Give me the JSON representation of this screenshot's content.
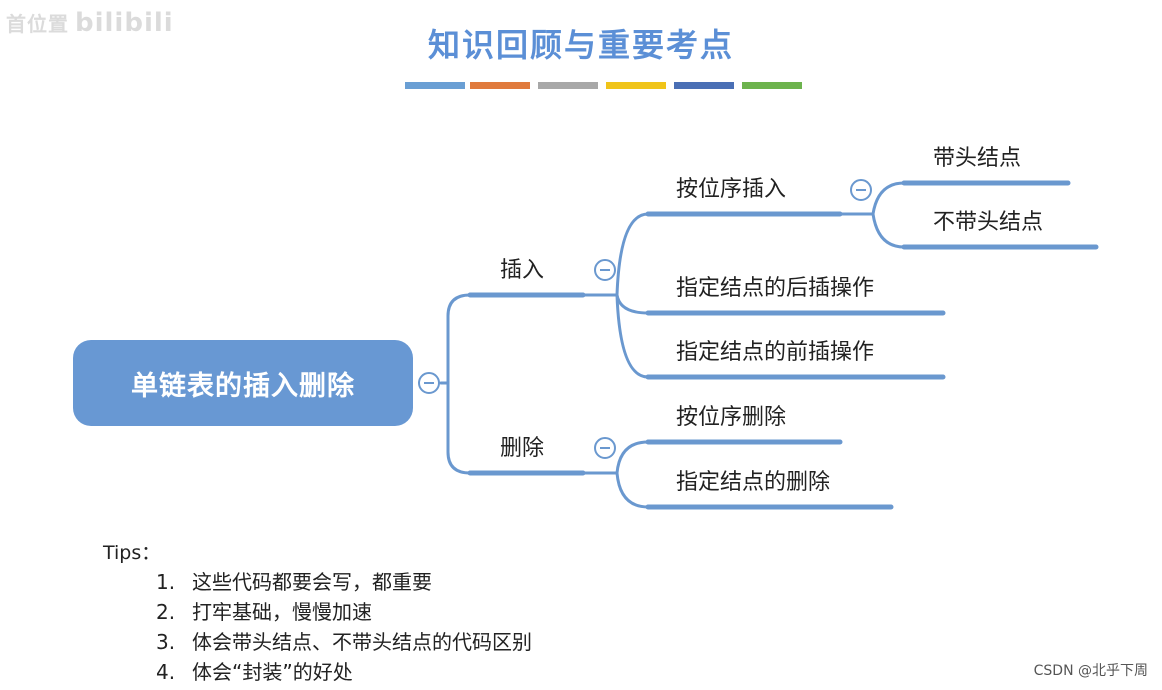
{
  "watermark": {
    "prefix": "首位置",
    "text": "bilibili"
  },
  "slide": {
    "title": "知识回顾与重要考点",
    "color_bars": [
      "#6a9fd4",
      "#e07a3c",
      "#a8a8a8",
      "#f0c419",
      "#4a6fb5",
      "#6db34d"
    ]
  },
  "mindmap": {
    "root": "单链表的插入删除",
    "insert": {
      "label": "插入",
      "by_position": {
        "label": "按位序插入",
        "with_head": "带头结点",
        "without_head": "不带头结点"
      },
      "after_node": "指定结点的后插操作",
      "before_node": "指定结点的前插操作"
    },
    "delete": {
      "label": "删除",
      "by_position": "按位序删除",
      "node": "指定结点的删除"
    },
    "branch_color": "#6a98cf"
  },
  "tips": {
    "title": "Tips：",
    "items": [
      {
        "num": "1.",
        "text": "这些代码都要会写，都重要"
      },
      {
        "num": "2.",
        "text": "打牢基础，慢慢加速"
      },
      {
        "num": "3.",
        "text": "体会带头结点、不带头结点的代码区别"
      },
      {
        "num": "4.",
        "text": "体会“封装”的好处"
      }
    ]
  },
  "footer": {
    "credit": "CSDN @北乎下周"
  }
}
